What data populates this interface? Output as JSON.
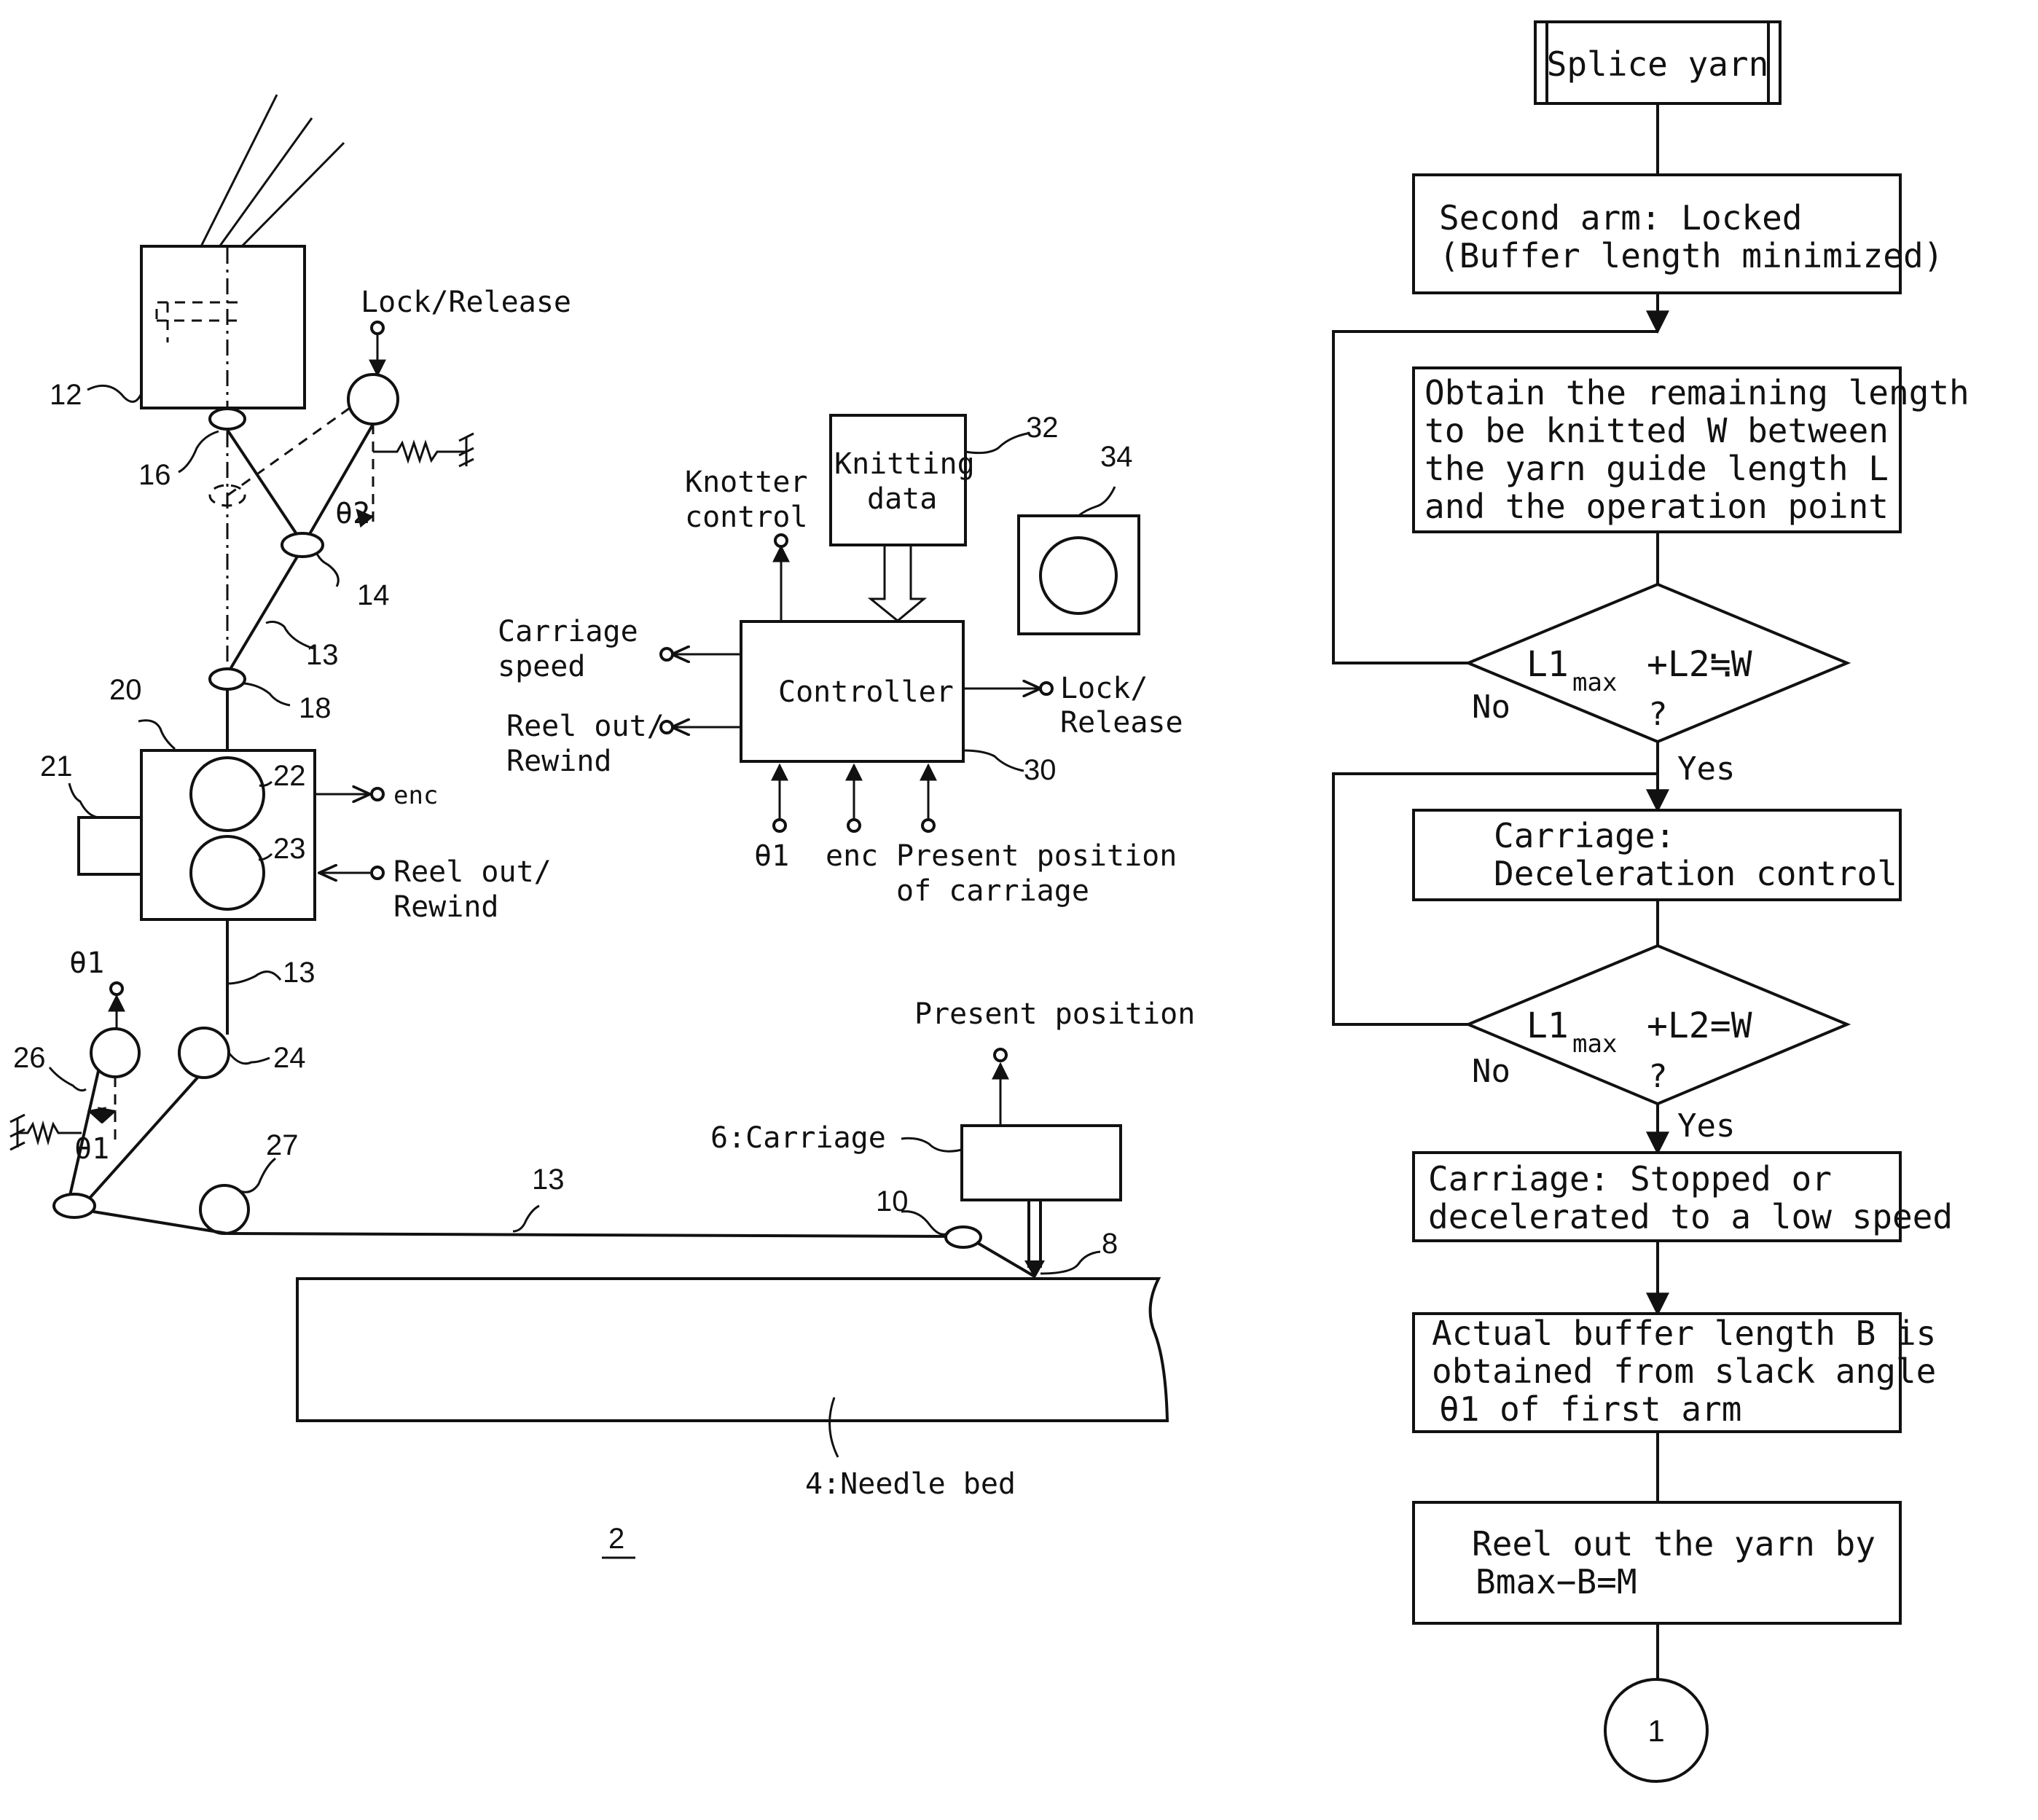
{
  "figure_label": "2",
  "machine": {
    "lock_release_top": "Lock/Release",
    "knotter_control": [
      "Knotter",
      "control"
    ],
    "knitting_data": [
      "Knitting",
      "data"
    ],
    "controller": "Controller",
    "carriage_speed": [
      "Carriage",
      "speed"
    ],
    "reel_out_rewind_left": [
      "Reel out/",
      "Rewind"
    ],
    "lock_release_right": [
      "Lock/",
      "Release"
    ],
    "theta1_input": "θ1",
    "enc_input": "enc",
    "present_position_carriage": [
      "Present position",
      "of carriage"
    ],
    "enc_output": "enc",
    "reel_out_rewind_feed": [
      "Reel out/",
      "Rewind"
    ],
    "theta1_arm": "θ1",
    "theta1_angle": "θ1",
    "theta2_angle": "θ2",
    "present_position": "Present position",
    "carriage": "6:Carriage",
    "needle_bed": "4:Needle bed",
    "refs": {
      "r12": "12",
      "r16": "16",
      "r14": "14",
      "r13a": "13",
      "r18": "18",
      "r20": "20",
      "r21": "21",
      "r22": "22",
      "r23": "23",
      "r13b": "13",
      "r26": "26",
      "r24": "24",
      "r27": "27",
      "r13c": "13",
      "r10": "10",
      "r8": "8",
      "r30": "30",
      "r32": "32",
      "r34": "34"
    }
  },
  "flowchart": {
    "start": "Splice yarn",
    "step1": [
      "Second arm: Locked",
      "(Buffer length minimized)"
    ],
    "step2": [
      "Obtain the remaining length",
      "to be knitted W between",
      "the yarn guide length L",
      "and the operation point"
    ],
    "decision1": {
      "lhs": "L1",
      "sub": "max",
      "rhs": "+L2≒W",
      "q": "?"
    },
    "step3": [
      "Carriage:",
      "Deceleration control"
    ],
    "decision2": {
      "lhs": "L1",
      "sub": "max",
      "rhs": "+L2=W",
      "q": "?"
    },
    "step4": [
      "Carriage: Stopped or",
      "decelerated to a low speed"
    ],
    "step5": [
      "Actual buffer length B is",
      "obtained from slack angle",
      "θ1 of first arm"
    ],
    "step6": [
      "Reel out the yarn by",
      "Bmax−B=M"
    ],
    "no1": "No",
    "yes1": "Yes",
    "no2": "No",
    "yes2": "Yes",
    "connector": "1"
  }
}
